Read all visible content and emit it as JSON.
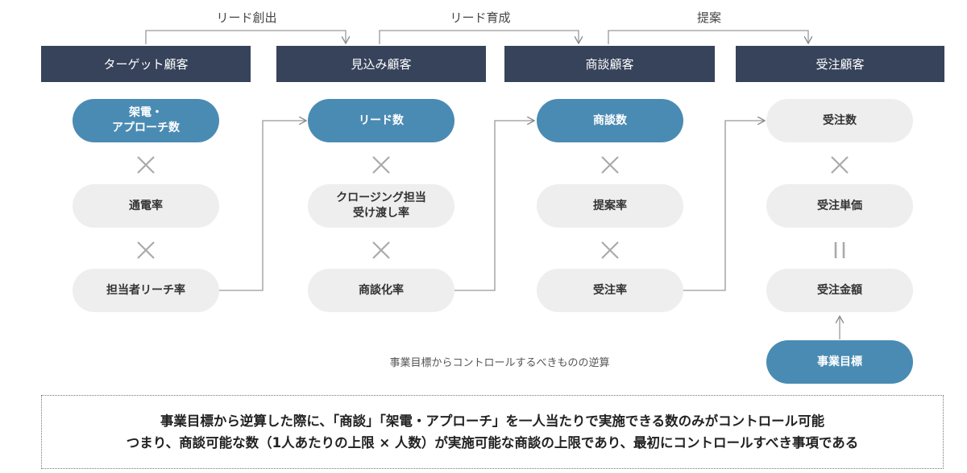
{
  "stages": {
    "lead_creation": "リード創出",
    "lead_nurturing": "リード育成",
    "proposal": "提案"
  },
  "headers": [
    "ターゲット顧客",
    "見込み顧客",
    "商談顧客",
    "受注顧客"
  ],
  "columns": [
    {
      "top": "架電・\nアプローチ数",
      "mid": "通電率",
      "bottom": "担当者リーチ率"
    },
    {
      "top": "リード数",
      "mid": "クロージング担当\n受け渡し率",
      "bottom": "商談化率"
    },
    {
      "top": "商談数",
      "mid": "提案率",
      "bottom": "受注率"
    },
    {
      "top": "受注数",
      "mid": "受注単価",
      "bottom": "受注金額",
      "goal": "事業目標"
    }
  ],
  "caption": "事業目標からコントロールするべきものの逆算",
  "note": {
    "line1": "事業目標から逆算した際に、「商談」「架電・アプローチ」を一人当たりで実施できる数のみがコントロール可能",
    "line2": "つまり、商談可能な数（1人あたりの上限 × 人数）が実施可能な商談の上限であり、最初にコントロールすべき事項である"
  },
  "colors": {
    "header": "#36435a",
    "blue_pill": "#4a8bb3",
    "gray_pill": "#eeeeee",
    "operator": "#aaaaaa"
  }
}
